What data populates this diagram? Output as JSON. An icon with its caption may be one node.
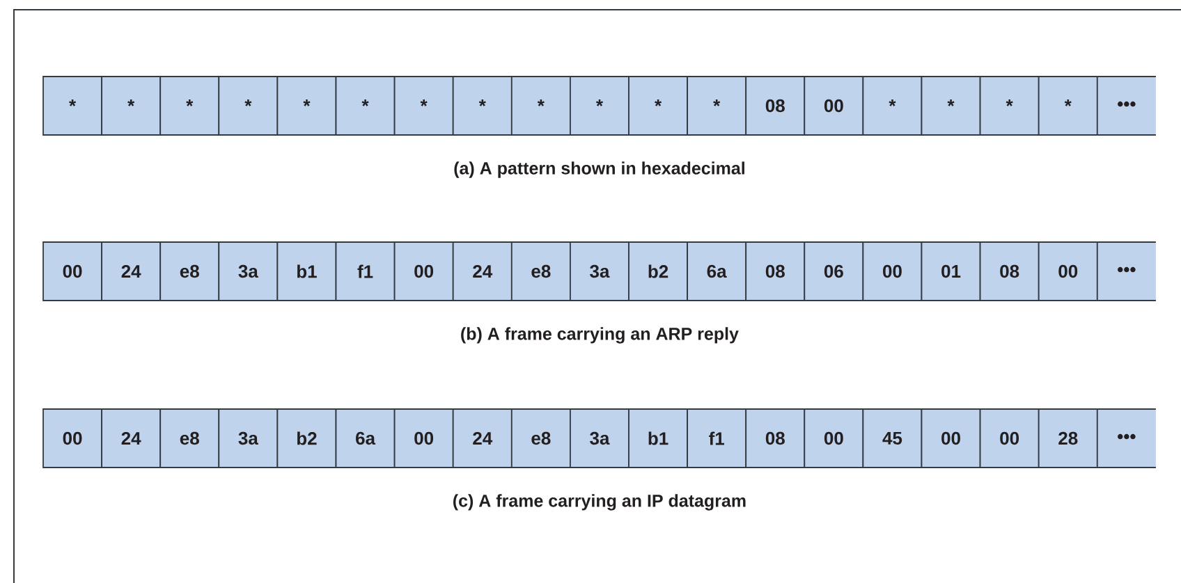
{
  "diagram": {
    "nodes": [
      {
        "text": [
          "*"
        ]
      },
      {
        "text": [
          "*"
        ]
      },
      {
        "text": [
          "*"
        ]
      },
      {
        "text": [
          "*"
        ]
      },
      {
        "text": [
          "*"
        ]
      },
      {
        "text": [
          "*"
        ]
      },
      {
        "text": [
          "*"
        ]
      },
      {
        "text": [
          "*"
        ]
      },
      {
        "text": [
          "*"
        ]
      },
      {
        "text": [
          "*"
        ]
      },
      {
        "text": [
          "*"
        ]
      },
      {
        "text": [
          "*"
        ]
      },
      {
        "text": [
          "08"
        ]
      },
      {
        "text": [
          "00"
        ]
      },
      {
        "text": [
          "*"
        ]
      },
      {
        "text": [
          "*"
        ]
      },
      {
        "text": [
          "*"
        ]
      },
      {
        "text": [
          "*"
        ]
      },
      {
        "text": [
          "•••"
        ]
      },
      {
        "text": [
          "00"
        ]
      },
      {
        "text": [
          "24"
        ]
      },
      {
        "text": [
          "e8"
        ]
      },
      {
        "text": [
          "3a"
        ]
      },
      {
        "text": [
          "b1"
        ]
      },
      {
        "text": [
          "f1"
        ]
      },
      {
        "text": [
          "00"
        ]
      },
      {
        "text": [
          "24"
        ]
      },
      {
        "text": [
          "e8"
        ]
      },
      {
        "text": [
          "3a"
        ]
      },
      {
        "text": [
          "b2"
        ]
      },
      {
        "text": [
          "6a"
        ]
      },
      {
        "text": [
          "08"
        ]
      },
      {
        "text": [
          "06"
        ]
      },
      {
        "text": [
          "00"
        ]
      },
      {
        "text": [
          "01"
        ]
      },
      {
        "text": [
          "08"
        ]
      },
      {
        "text": [
          "00"
        ]
      },
      {
        "text": [
          "•••"
        ]
      },
      {
        "text": [
          "00"
        ]
      },
      {
        "text": [
          "24"
        ]
      },
      {
        "text": [
          "e8"
        ]
      },
      {
        "text": [
          "3a"
        ]
      },
      {
        "text": [
          "b2"
        ]
      },
      {
        "text": [
          "6a"
        ]
      },
      {
        "text": [
          "00"
        ]
      },
      {
        "text": [
          "24"
        ]
      },
      {
        "text": [
          "e8"
        ]
      },
      {
        "text": [
          "3a"
        ]
      },
      {
        "text": [
          "b1"
        ]
      },
      {
        "text": [
          "f1"
        ]
      },
      {
        "text": [
          "08"
        ]
      },
      {
        "text": [
          "00"
        ]
      },
      {
        "text": [
          "45"
        ]
      },
      {
        "text": [
          "00"
        ]
      },
      {
        "text": [
          "00"
        ]
      },
      {
        "text": [
          "28"
        ]
      },
      {
        "text": [
          "•••"
        ]
      }
    ],
    "labels": [
      "(a) A pattern shown in hexadecimal",
      "(b) A frame carrying an ARP reply",
      "(c) A frame carrying an IP datagram"
    ]
  }
}
